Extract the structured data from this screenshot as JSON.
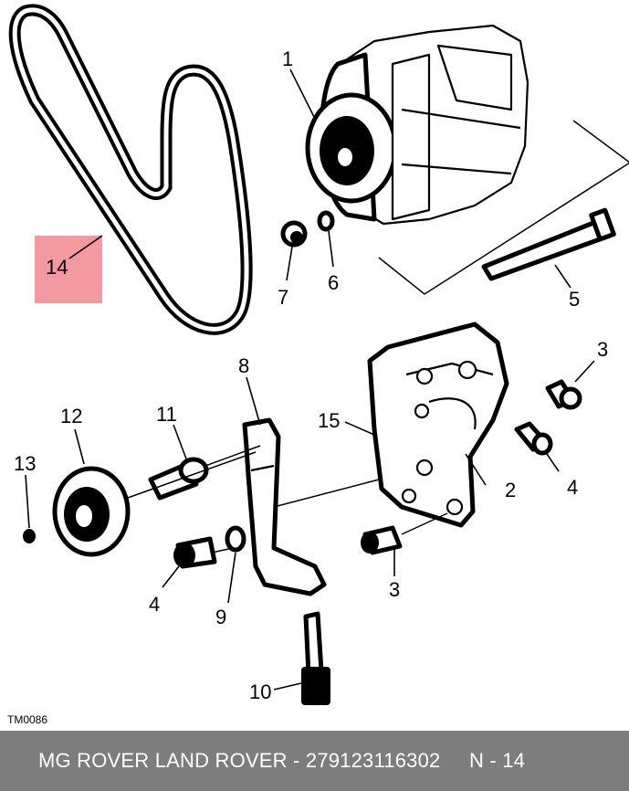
{
  "diagram": {
    "drawing_code": "TM0086",
    "callouts": {
      "c1": "1",
      "c2": "2",
      "c3a": "3",
      "c3b": "3",
      "c4a": "4",
      "c4b": "4",
      "c5": "5",
      "c6": "6",
      "c7": "7",
      "c8": "8",
      "c9": "9",
      "c10": "10",
      "c11": "11",
      "c12": "12",
      "c13": "13",
      "c14": "14",
      "c15": "15"
    },
    "highlighted_part": "14",
    "highlight_color": "#eb555f"
  },
  "footer": {
    "text": "MG ROVER LAND ROVER - 279123116302     N - 14",
    "background": "#7d7d7d"
  }
}
